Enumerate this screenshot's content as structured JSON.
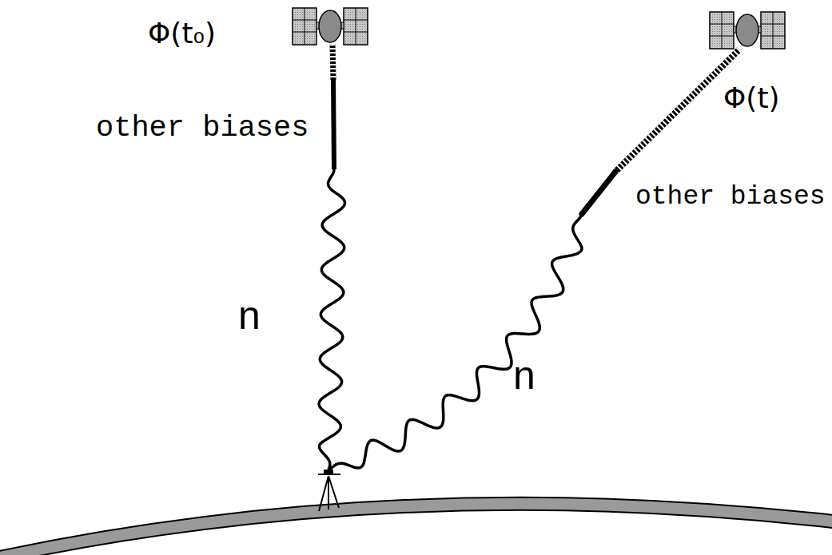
{
  "diagram": {
    "labels": [
      "Φ(t₀)",
      "other biases",
      "n",
      "n",
      "Φ(t)",
      "other biases"
    ]
  }
}
